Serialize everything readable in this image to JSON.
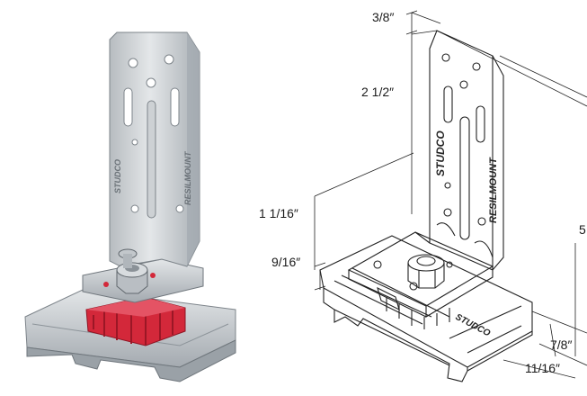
{
  "photo": {
    "stamp_brand": "STUDCO",
    "stamp_product": "RESILMOUNT",
    "colors": {
      "steel": "#cfd3d6",
      "steel_dark": "#8f969c",
      "rubber": "#d3283a",
      "nut": "#b9bec3"
    }
  },
  "drawing": {
    "stamp_brand": "STUDCO",
    "stamp_product": "RESILMOUNT",
    "base_stamp": "STUDCO",
    "dimensions": {
      "top_gap": "3/8″",
      "upper_height": "2 1/2″",
      "mid_height": "1 1/16″",
      "base_height": "9/16″",
      "base_depth": "7/8″",
      "base_width": "11/16″",
      "edge_fragment": "5"
    },
    "line_color": "#222222"
  }
}
